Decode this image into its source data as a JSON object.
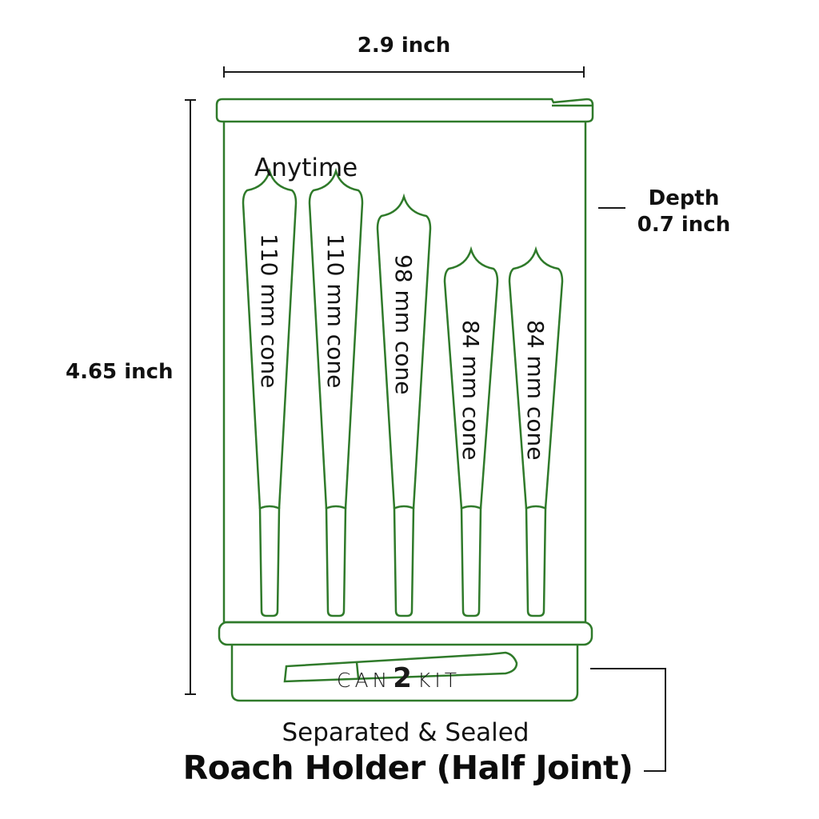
{
  "dimensions": {
    "width": "2.9 inch",
    "height": "4.65 inch",
    "depth_label": "Depth",
    "depth_value": "0.7 inch"
  },
  "product": {
    "label": "Anytime",
    "logo_left": "CAN",
    "logo_mark": "2",
    "logo_right": "KIT"
  },
  "cones": [
    {
      "label": "110 mm cone"
    },
    {
      "label": "110 mm cone"
    },
    {
      "label": "98 mm cone"
    },
    {
      "label": "84 mm cone"
    },
    {
      "label": "84 mm cone"
    }
  ],
  "caption": {
    "subtitle": "Separated & Sealed",
    "title": "Roach Holder (Half Joint)"
  },
  "colors": {
    "outline": "#2f7a2a",
    "dimension_line": "#1a1a1a",
    "text": "#111111"
  }
}
